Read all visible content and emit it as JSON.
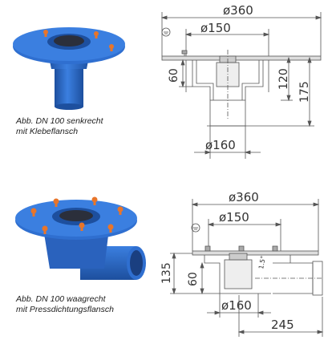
{
  "items": [
    {
      "caption_line1": "Abb. DN 100 senkrecht",
      "caption_line2": "mit Klebeflansch",
      "dims": {
        "flange_diameter": "ø360",
        "top_diameter": "ø150",
        "outlet_diameter": "ø160",
        "depth_inner": "60",
        "depth_mid": "120",
        "depth_total": "175"
      }
    },
    {
      "caption_line1": "Abb. DN 100 waagrecht",
      "caption_line2": "mit Pressdichtungsflansch",
      "dims": {
        "flange_diameter": "ø360",
        "top_diameter": "ø150",
        "outlet_diameter": "ø160",
        "depth_inner": "60",
        "depth_total": "135",
        "length": "245",
        "slope": "1.5°"
      }
    }
  ],
  "colors": {
    "product_blue": "#2f6fd0",
    "product_blue_dark": "#1d4f9e",
    "bolt_orange": "#e8752a",
    "line": "#555555"
  }
}
